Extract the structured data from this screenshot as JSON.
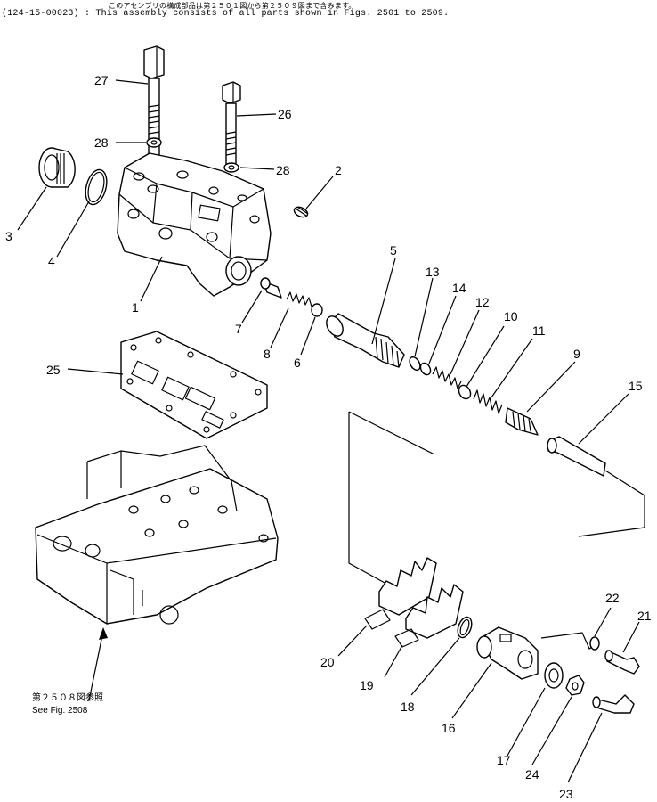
{
  "header": {
    "japanese": "このアセンブリの構成部品は第２５０１図から第２５０９図まで含みます。",
    "english": "(124-15-00023) : This assembly consists of all parts shown in Figs. 2501 to 2509."
  },
  "callouts": [
    "1",
    "2",
    "3",
    "4",
    "5",
    "6",
    "7",
    "8",
    "9",
    "10",
    "11",
    "12",
    "13",
    "14",
    "15",
    "16",
    "17",
    "18",
    "19",
    "20",
    "21",
    "22",
    "23",
    "24",
    "25",
    "26",
    "27",
    "28",
    "28"
  ],
  "reference": {
    "japanese": "第２５０８図参照",
    "english": "See Fig. 2508"
  }
}
